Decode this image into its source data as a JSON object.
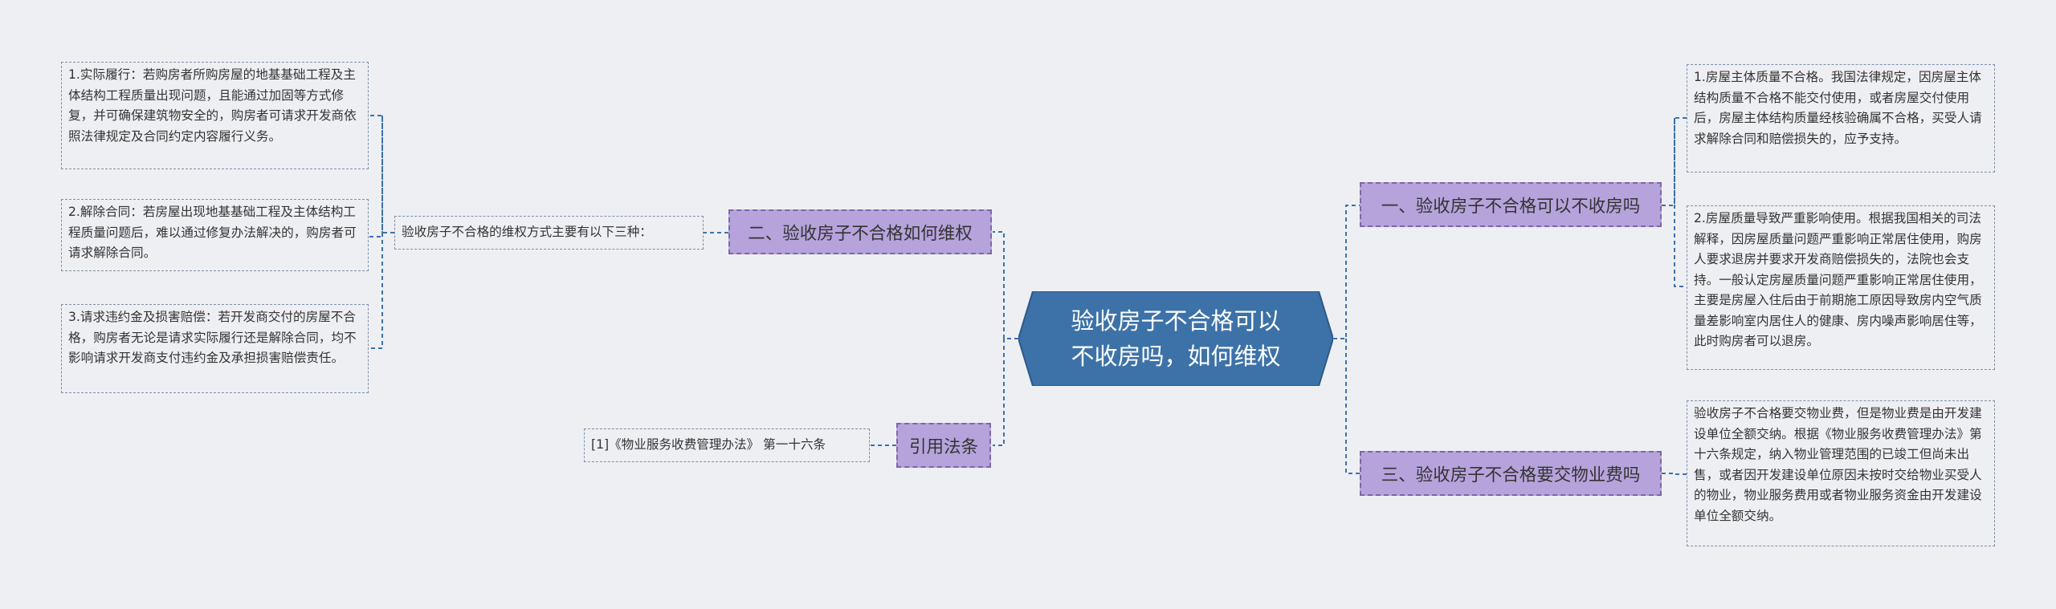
{
  "center": {
    "title": "验收房子不合格可以不收房吗，如何维权"
  },
  "left": {
    "topic_rights": {
      "label": "二、验收房子不合格如何维权",
      "summary": "验收房子不合格的维权方式主要有以下三种：",
      "items": [
        "1.实际履行：若购房者所购房屋的地基基础工程及主体结构工程质量出现问题，且能通过加固等方式修复，并可确保建筑物安全的，购房者可请求开发商依照法律规定及合同约定内容履行义务。",
        "2.解除合同：若房屋出现地基基础工程及主体结构工程质量问题后，难以通过修复办法解决的，购房者可请求解除合同。",
        "3.请求违约金及损害赔偿：若开发商交付的房屋不合格，购房者无论是请求实际履行还是解除合同，均不影响请求开发商支付违约金及承担损害赔偿责任。"
      ]
    },
    "topic_law": {
      "label": "引用法条",
      "items": [
        "[1]《物业服务收费管理办法》 第一十六条"
      ]
    }
  },
  "right": {
    "topic_refuse": {
      "label": "一、验收房子不合格可以不收房吗",
      "items": [
        "1.房屋主体质量不合格。我国法律规定，因房屋主体结构质量不合格不能交付使用，或者房屋交付使用后，房屋主体结构质量经核验确属不合格，买受人请求解除合同和赔偿损失的，应予支持。",
        "2.房屋质量导致严重影响使用。根据我国相关的司法解释，因房屋质量问题严重影响正常居住使用，购房人要求退房并要求开发商赔偿损失的，法院也会支持。一般认定房屋质量问题严重影响正常居住使用，主要是房屋入住后由于前期施工原因导致房内空气质量差影响室内居住人的健康、房内噪声影响居住等，此时购房者可以退房。"
      ]
    },
    "topic_fee": {
      "label": "三、验收房子不合格要交物业费吗",
      "items": [
        "验收房子不合格要交物业费，但是物业费是由开发建设单位全额交纳。根据《物业服务收费管理办法》第十六条规定，纳入物业管理范围的已竣工但尚未出售，或者因开发建设单位原因未按时交给物业买受人的物业，物业服务费用或者物业服务资金由开发建设单位全额交纳。"
      ]
    }
  },
  "colors": {
    "background": "#eeeff3",
    "center_fill": "#3d72a8",
    "topic_fill": "#b6a3db",
    "connector": "#3d72a8",
    "leaf_border": "#7f8fa8"
  }
}
